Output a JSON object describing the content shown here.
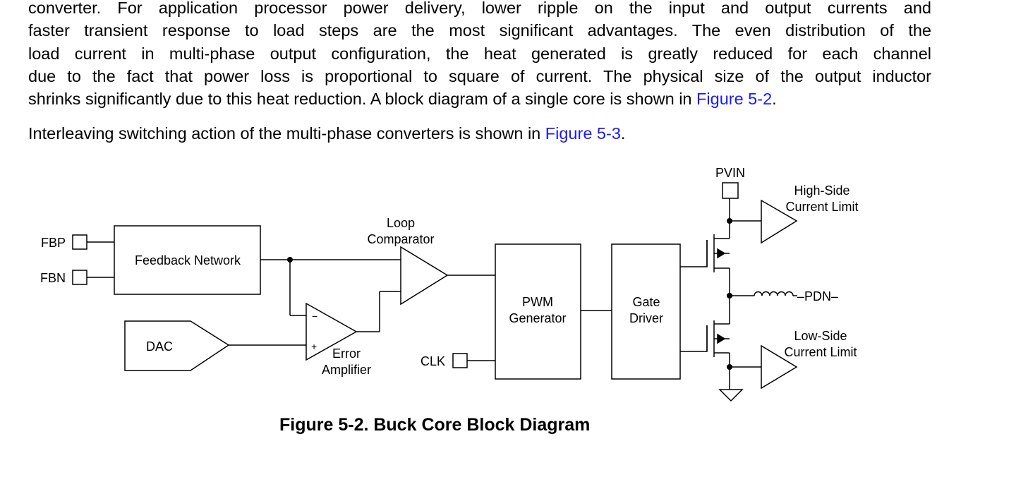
{
  "paragraph1": {
    "lines": [
      "converter. For application processor power delivery, lower ripple on the input and output currents and",
      "faster transient response to load steps are the most significant advantages. The even distribution of the",
      "load current in multi-phase output configuration, the heat generated is greatly reduced for each channel",
      "due to the fact that power loss is proportional to square of current. The physical size of the output inductor"
    ],
    "last_line_text": "shrinks significantly due to this heat reduction. A block diagram of a single core is shown in ",
    "link": "Figure 5-2",
    "end": "."
  },
  "paragraph2": {
    "text": "Interleaving switching action of the multi-phase converters is shown in ",
    "link": "Figure 5-3",
    "end": "."
  },
  "diagram": {
    "pins": {
      "fbp": "FBP",
      "fbn": "FBN",
      "clk": "CLK",
      "pvin": "PVIN",
      "pdn": "PDN"
    },
    "blocks": {
      "feedback": "Feedback Network",
      "dac": "DAC",
      "pwm_line1": "PWM",
      "pwm_line2": "Generator",
      "gate_line1": "Gate",
      "gate_line2": "Driver"
    },
    "labels": {
      "loop_line1": "Loop",
      "loop_line2": "Comparator",
      "error_line1": "Error",
      "error_line2": "Amplifier",
      "hs_line1": "High-Side",
      "hs_line2": "Current Limit",
      "ls_line1": "Low-Side",
      "ls_line2": "Current Limit",
      "minus": "−",
      "plus": "+"
    }
  },
  "caption": "Figure 5-2.  Buck Core Block Diagram"
}
